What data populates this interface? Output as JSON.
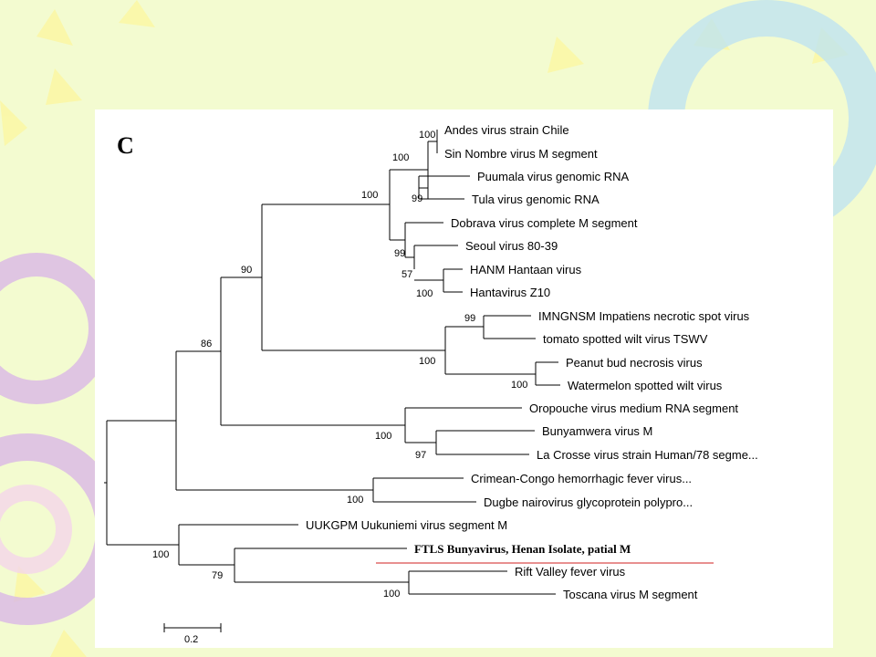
{
  "panel_letter": "C",
  "scale_bar": {
    "label": "0.2"
  },
  "taxa": [
    {
      "id": "andes",
      "label": "Andes virus strain Chile"
    },
    {
      "id": "sinnombre",
      "label": "Sin Nombre virus M segment"
    },
    {
      "id": "puumala",
      "label": "Puumala virus genomic RNA"
    },
    {
      "id": "tula",
      "label": "Tula virus genomic RNA"
    },
    {
      "id": "dobrava",
      "label": "Dobrava virus complete M segment"
    },
    {
      "id": "seoul",
      "label": "Seoul virus 80-39"
    },
    {
      "id": "hanm",
      "label": "HANM Hantaan virus"
    },
    {
      "id": "z10",
      "label": "Hantavirus Z10"
    },
    {
      "id": "imngnsm",
      "label": "IMNGNSM Impatiens necrotic spot virus"
    },
    {
      "id": "tswv",
      "label": "tomato spotted wilt virus TSWV"
    },
    {
      "id": "peanut",
      "label": "Peanut bud necrosis virus"
    },
    {
      "id": "watermelon",
      "label": "Watermelon spotted wilt virus"
    },
    {
      "id": "oropouche",
      "label": "Oropouche virus medium RNA segment"
    },
    {
      "id": "bunyamwera",
      "label": "Bunyamwera virus M"
    },
    {
      "id": "lacrosse",
      "label": "La Crosse virus strain Human/78 segme..."
    },
    {
      "id": "cchf",
      "label": "Crimean-Congo hemorrhagic fever virus..."
    },
    {
      "id": "dugbe",
      "label": "Dugbe nairovirus glycoprotein polypro..."
    },
    {
      "id": "uukuniemi",
      "label": "UUKGPM Uukuniemi virus segment M"
    },
    {
      "id": "ftls",
      "label": "FTLS Bunyavirus, Henan Isolate, patial M",
      "highlighted": true
    },
    {
      "id": "rvf",
      "label": "Rift Valley fever virus"
    },
    {
      "id": "toscana",
      "label": "Toscana virus M segment"
    }
  ],
  "bootstrap": {
    "andes_sinnombre": "100",
    "andes_puumala": "100",
    "puumala_tula": "99",
    "hantavirus_clade": "100",
    "seoul_hantaan": "99",
    "hanm_z10_outer": "57",
    "hanm_z10": "100",
    "imngnsm_tswv": "99",
    "tospovirus_clade": "100",
    "peanut_watermelon": "100",
    "hanta_tospo": "90",
    "orthobunya_clade": "100",
    "bunyamwera_lacrosse": "97",
    "hanta_tospo_ortho": "86",
    "nairovirus_clade": "100",
    "phlebo_clade": "100",
    "ftls_phlebo": "79",
    "rvf_toscana": "100"
  },
  "colors": {
    "background": "#f3fbd0",
    "panel": "#ffffff",
    "highlight_underline": "#d02020"
  }
}
